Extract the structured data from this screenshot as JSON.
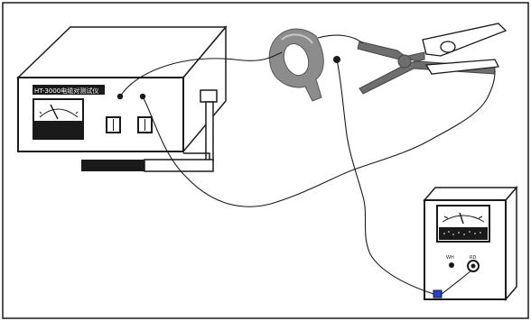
{
  "instrument": {
    "label": "HT-3000电缆对测试仪",
    "terminal_colors": [
      "#1a1a1a",
      "#1a1a1a"
    ]
  },
  "meter_box": {
    "terminal_labels": [
      "WH",
      "RD"
    ],
    "accent_color": "#2440d6"
  },
  "colors": {
    "frame": "#1a1a1a",
    "box_fill": "#ffffff",
    "clamp_gray": "#8c8c8c",
    "wire": "#1a1a1a"
  },
  "icons": {
    "meter_scale": "analog-scale-icon",
    "ct_clamp": "current-clamp-icon",
    "alligator_clip": "alligator-clip-icon"
  }
}
